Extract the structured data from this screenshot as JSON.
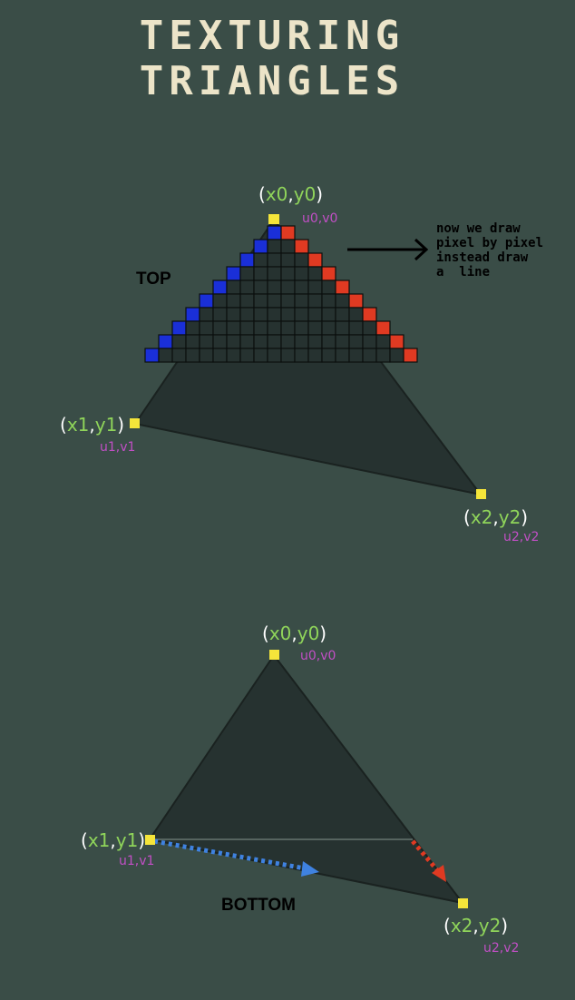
{
  "title": {
    "line1": "TEXTURING",
    "line2": "TRIANGLES"
  },
  "top": {
    "label": "TOP",
    "v0": {
      "label_x": "x0",
      "label_y": "y0",
      "uv": "u0,v0"
    },
    "v1": {
      "label_x": "x1",
      "label_y": "y1",
      "uv": "u1,v1"
    },
    "v2": {
      "label_x": "x2",
      "label_y": "y2",
      "uv": "u2,v2"
    },
    "note": [
      "now we draw",
      "pixel by pixel",
      "instead draw",
      "a  line"
    ]
  },
  "bottom": {
    "label": "BOTTOM",
    "v0": {
      "label_x": "x0",
      "label_y": "y0",
      "uv": "u0,v0"
    },
    "v1": {
      "label_x": "x1",
      "label_y": "y1",
      "uv": "u1,v1"
    },
    "v2": {
      "label_x": "x2",
      "label_y": "y2",
      "uv": "u2,v2"
    }
  },
  "colors": {
    "background": "#3a4d47",
    "triangle_fill": "#263230",
    "vertex": "#f5e53a",
    "left_edge": "#1a2fd8",
    "right_edge": "#e03a22",
    "blue_arrow": "#3f82e0",
    "red_arrow": "#e03a22"
  }
}
